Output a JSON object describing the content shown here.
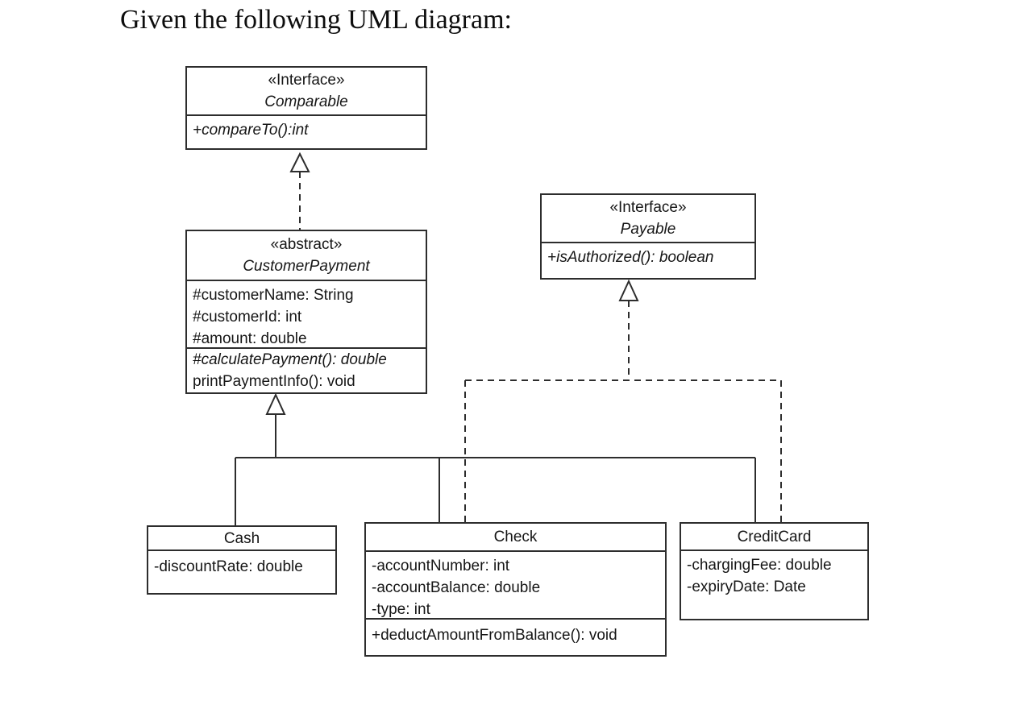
{
  "page": {
    "title": "Given the following UML diagram:"
  },
  "colors": {
    "background": "#ffffff",
    "line": "#2d2d2d",
    "text": "#161616"
  },
  "diagram": {
    "classes": [
      {
        "id": "comparable",
        "stereotype": "«Interface»",
        "name": "Comparable",
        "attributes": [],
        "methods": [
          "+compareTo():int"
        ]
      },
      {
        "id": "payable",
        "stereotype": "«Interface»",
        "name": "Payable",
        "attributes": [],
        "methods": [
          "+isAuthorized(): boolean"
        ]
      },
      {
        "id": "customer-payment",
        "stereotype": "«abstract»",
        "name": "CustomerPayment",
        "attributes": [
          "#customerName: String",
          "#customerId: int",
          "#amount: double"
        ],
        "methods": [
          "#calculatePayment(): double",
          "printPaymentInfo(): void"
        ]
      },
      {
        "id": "cash",
        "stereotype": "",
        "name": "Cash",
        "attributes": [
          "-discountRate: double"
        ],
        "methods": []
      },
      {
        "id": "check",
        "stereotype": "",
        "name": "Check",
        "attributes": [
          "-accountNumber: int",
          "-accountBalance: double",
          "-type: int"
        ],
        "methods": [
          "+deductAmountFromBalance(): void"
        ]
      },
      {
        "id": "creditcard",
        "stereotype": "",
        "name": "CreditCard",
        "attributes": [
          "-chargingFee: double",
          "-expiryDate: Date"
        ],
        "methods": []
      }
    ],
    "relationships": [
      {
        "type": "realization",
        "from": "CustomerPayment",
        "to": "Comparable"
      },
      {
        "type": "generalization",
        "from": "Cash",
        "to": "CustomerPayment"
      },
      {
        "type": "generalization",
        "from": "Check",
        "to": "CustomerPayment"
      },
      {
        "type": "generalization",
        "from": "CreditCard",
        "to": "CustomerPayment"
      },
      {
        "type": "realization",
        "from": "Check",
        "to": "Payable"
      },
      {
        "type": "realization",
        "from": "CreditCard",
        "to": "Payable"
      }
    ]
  }
}
